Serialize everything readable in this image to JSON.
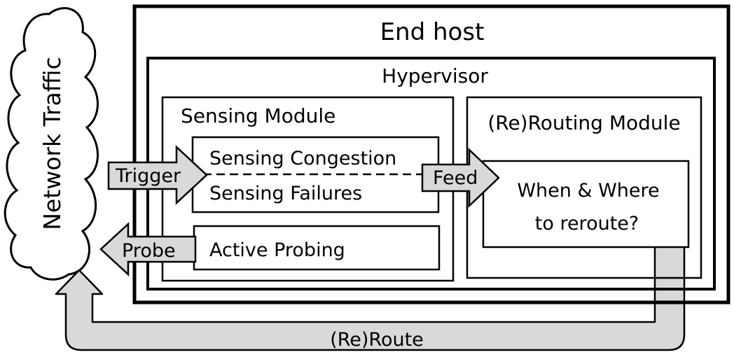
{
  "labels": {
    "end_host": "End host",
    "hypervisor": "Hypervisor",
    "sensing_module": "Sensing Module",
    "sensing_congestion": "Sensing Congestion",
    "sensing_failures": "Sensing Failures",
    "active_probing": "Active Probing",
    "rerouting_module": "(Re)Routing Module",
    "when_where_line1": "When & Where",
    "when_where_line2": "to reroute?",
    "network_traffic": "Network Traffic"
  },
  "arrows": {
    "trigger": "Trigger",
    "feed": "Feed",
    "probe": "Probe",
    "reroute": "(Re)Route"
  },
  "colors": {
    "arrow_fill": "#d9d9d9",
    "stroke": "#000000"
  }
}
